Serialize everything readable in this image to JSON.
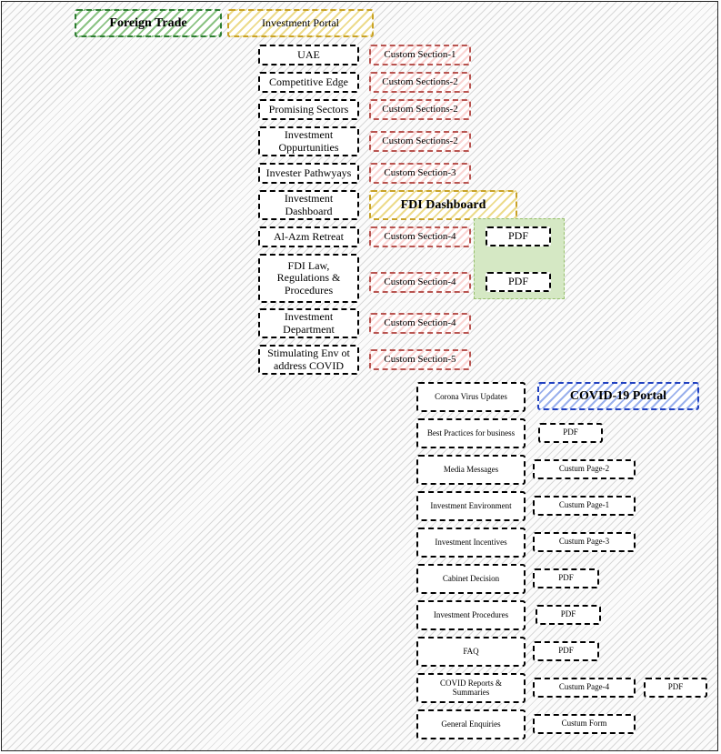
{
  "header": {
    "foreign_trade": "Foreign Trade",
    "investment_portal": "Investment Portal"
  },
  "investment_portal": {
    "items": [
      "UAE",
      "Competitive Edge",
      "Promising Sectors",
      "Investment Oppurtunities",
      "Invester Pathwyays",
      "Investment Dashboard",
      "Al-Azm Retreat",
      "FDI Law, Regulations & Procedures",
      "Investment Department",
      "Stimulating Env ot address COVID"
    ],
    "sections": [
      "Custom Section-1",
      "Custom Sections-2",
      "Custom Sections-2",
      "Custom Sections-2",
      "Custom Section-3",
      "Custom Section-4",
      "Custom Section-4",
      "Custom Section-4",
      "Custom Section-5"
    ],
    "fdi_dashboard": "FDI Dashboard",
    "pdfs": [
      "PDF",
      "PDF"
    ]
  },
  "covid_portal": {
    "title": "COVID-19 Portal",
    "items": [
      "Corona Virus Updates",
      "Best Practices for business",
      "Media Messages",
      "Investment Environment",
      "Investment Incentives",
      "Cabinet Decision",
      "Investment Procedures",
      "FAQ",
      "COVID Reports & Summaries",
      "General Enquiries"
    ],
    "targets": [
      "PDF",
      "Custum Page-2",
      "Custum Page-1",
      "Custum Page-3",
      "PDF",
      "PDF",
      "PDF",
      "Custum Page-4",
      "Custum Form"
    ],
    "extra_pdf": "PDF"
  },
  "colors": {
    "foreign_trade": "#2e7d32",
    "investment_portal": "#c9a227",
    "custom_section": "#b85450",
    "covid_portal": "#1f3fbf",
    "pdf_group": "#d5e8c4"
  }
}
